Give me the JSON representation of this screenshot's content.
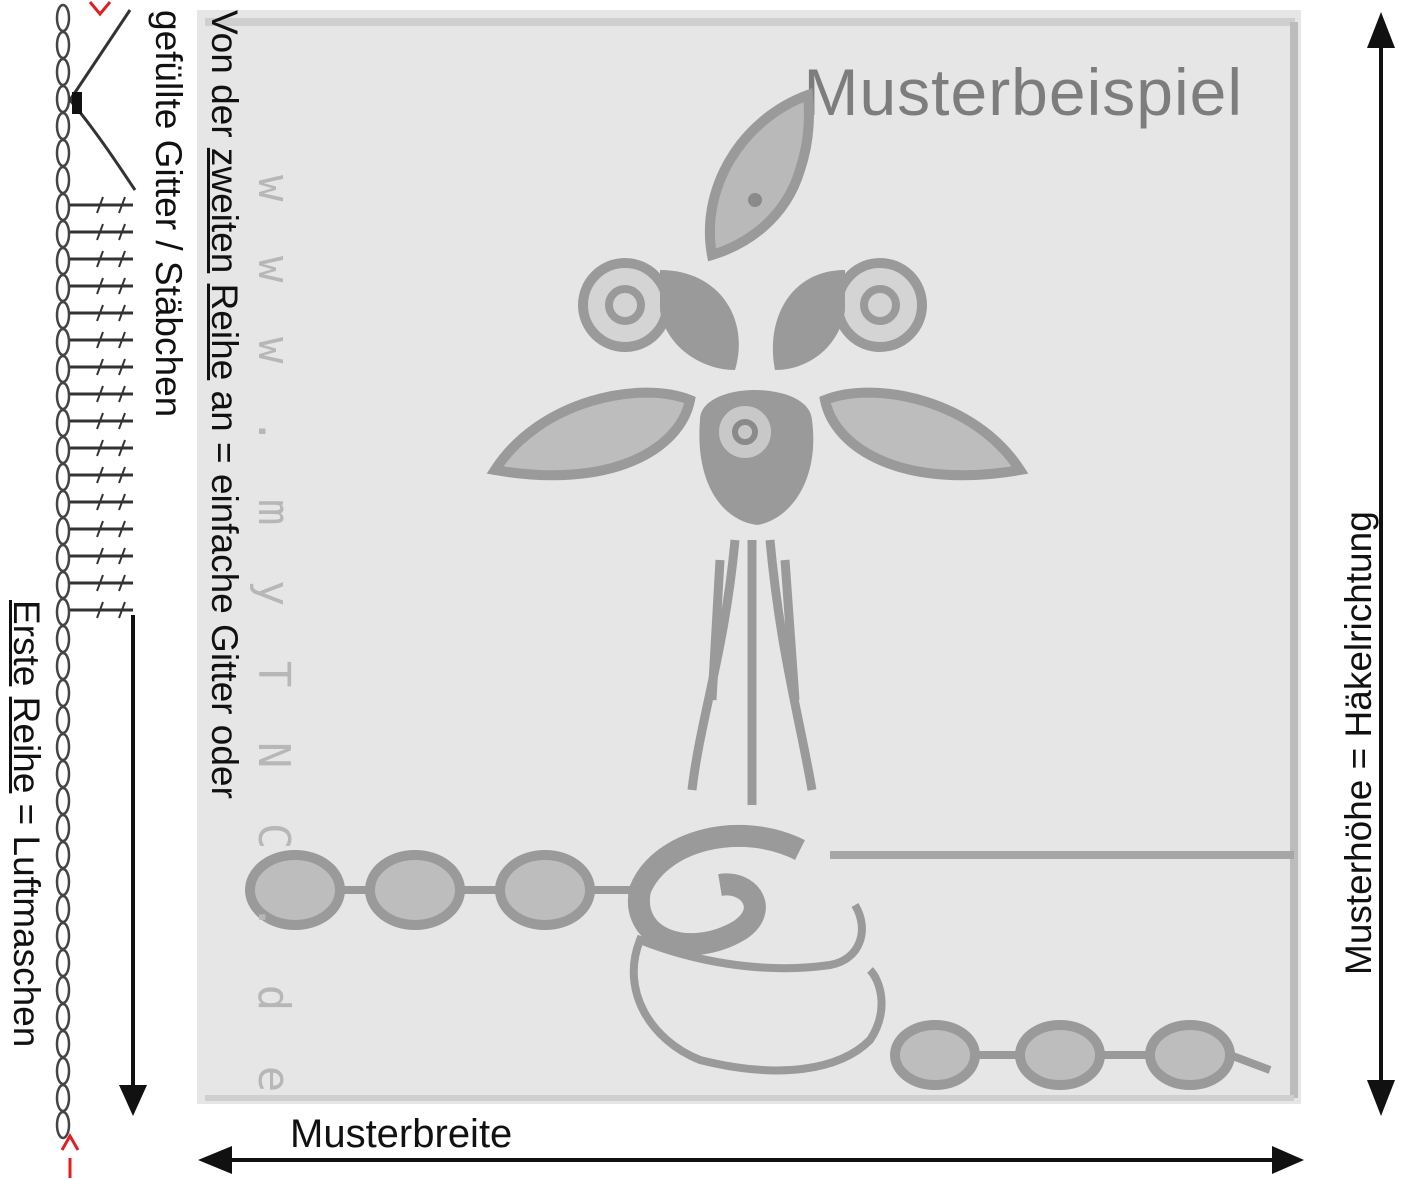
{
  "pattern": {
    "title": "Musterbeispiel",
    "watermark": "w w w . m y T N C . d e"
  },
  "labels": {
    "second_row_prefix": "Von der ",
    "second_row_word1": "zweiten",
    "second_row_space": " ",
    "second_row_word2": "Reihe",
    "second_row_suffix": " an = einfache Gitter oder",
    "second_row_line2": "gefüllte Gitter / Stäbchen",
    "first_row_word1": "Erste",
    "first_row_space": " ",
    "first_row_word2": "Reihe",
    "first_row_suffix": " = Luftmaschen",
    "height": "Musterhöhe = Häkelrichtung",
    "width": "Musterbreite"
  },
  "colors": {
    "panel_bg": "#e6e6e6",
    "motif": "#9a9a9a",
    "motif_light": "#b9b9b9",
    "arrow": "#111111",
    "chain_marker": "#e02020"
  }
}
